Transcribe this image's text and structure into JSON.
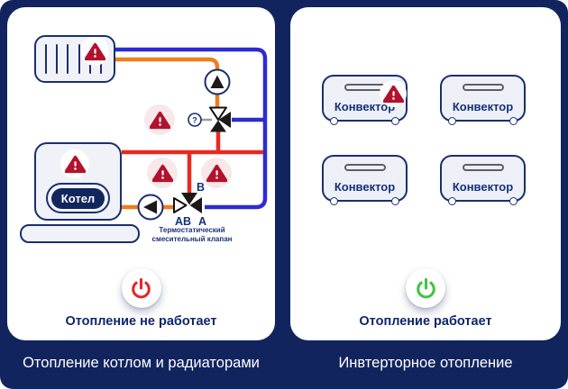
{
  "left_panel": {
    "boiler_label": "Котел",
    "valve_port_b": "B",
    "valve_port_ab": "AB",
    "valve_port_a": "A",
    "valve_caption": "Термостатический смесительный клапан",
    "thermostat_symbol": "?",
    "status": "Отопление не работает",
    "caption": "Отопление котлом и радиаторами"
  },
  "right_panel": {
    "convectors": [
      {
        "label": "Конвектор",
        "warning": true
      },
      {
        "label": "Конвектор",
        "warning": false
      },
      {
        "label": "Конвектор",
        "warning": false
      },
      {
        "label": "Конвектор",
        "warning": false
      }
    ],
    "status": "Отопление работает",
    "caption": "Инвтерторное отопление"
  },
  "colors": {
    "background": "#12245e",
    "panel": "#ffffff",
    "navy_text": "#15307a",
    "pipe_red": "#e8291f",
    "pipe_orange": "#ef7d1b",
    "pipe_blue": "#2d2bd1",
    "warning_red": "#b3122e",
    "power_off_red": "#e32526",
    "power_on_green": "#3fc43d"
  }
}
